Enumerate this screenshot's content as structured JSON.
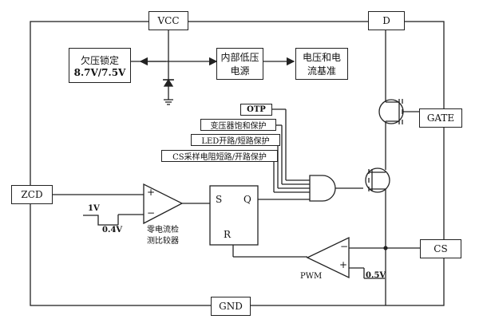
{
  "pins": {
    "vcc": "VCC",
    "d": "D",
    "gate": "GATE",
    "zcd": "ZCD",
    "cs": "CS",
    "gnd": "GND"
  },
  "blocks": {
    "uvlo_line1": "欠压锁定",
    "uvlo_line2": "8.7V/7.5V",
    "ldo_line1": "内部低压",
    "ldo_line2": "电源",
    "ref_line1": "电压和电",
    "ref_line2": "流基准"
  },
  "protections": {
    "otp": "OTP",
    "transformer": "变压器饱和保护",
    "led": "LED开路/短路保护",
    "cs_res": "CS采样电阻短路/开路保护"
  },
  "comparator": {
    "plus": "+",
    "minus": "−",
    "ref_1v": "1V",
    "ref_04v": "0.4V",
    "label_line1": "零电流检",
    "label_line2": "测比较器"
  },
  "latch": {
    "s": "S",
    "q": "Q",
    "r": "R"
  },
  "pwm": {
    "label": "PWM",
    "plus": "+",
    "minus": "−",
    "ref": "0.5V"
  }
}
